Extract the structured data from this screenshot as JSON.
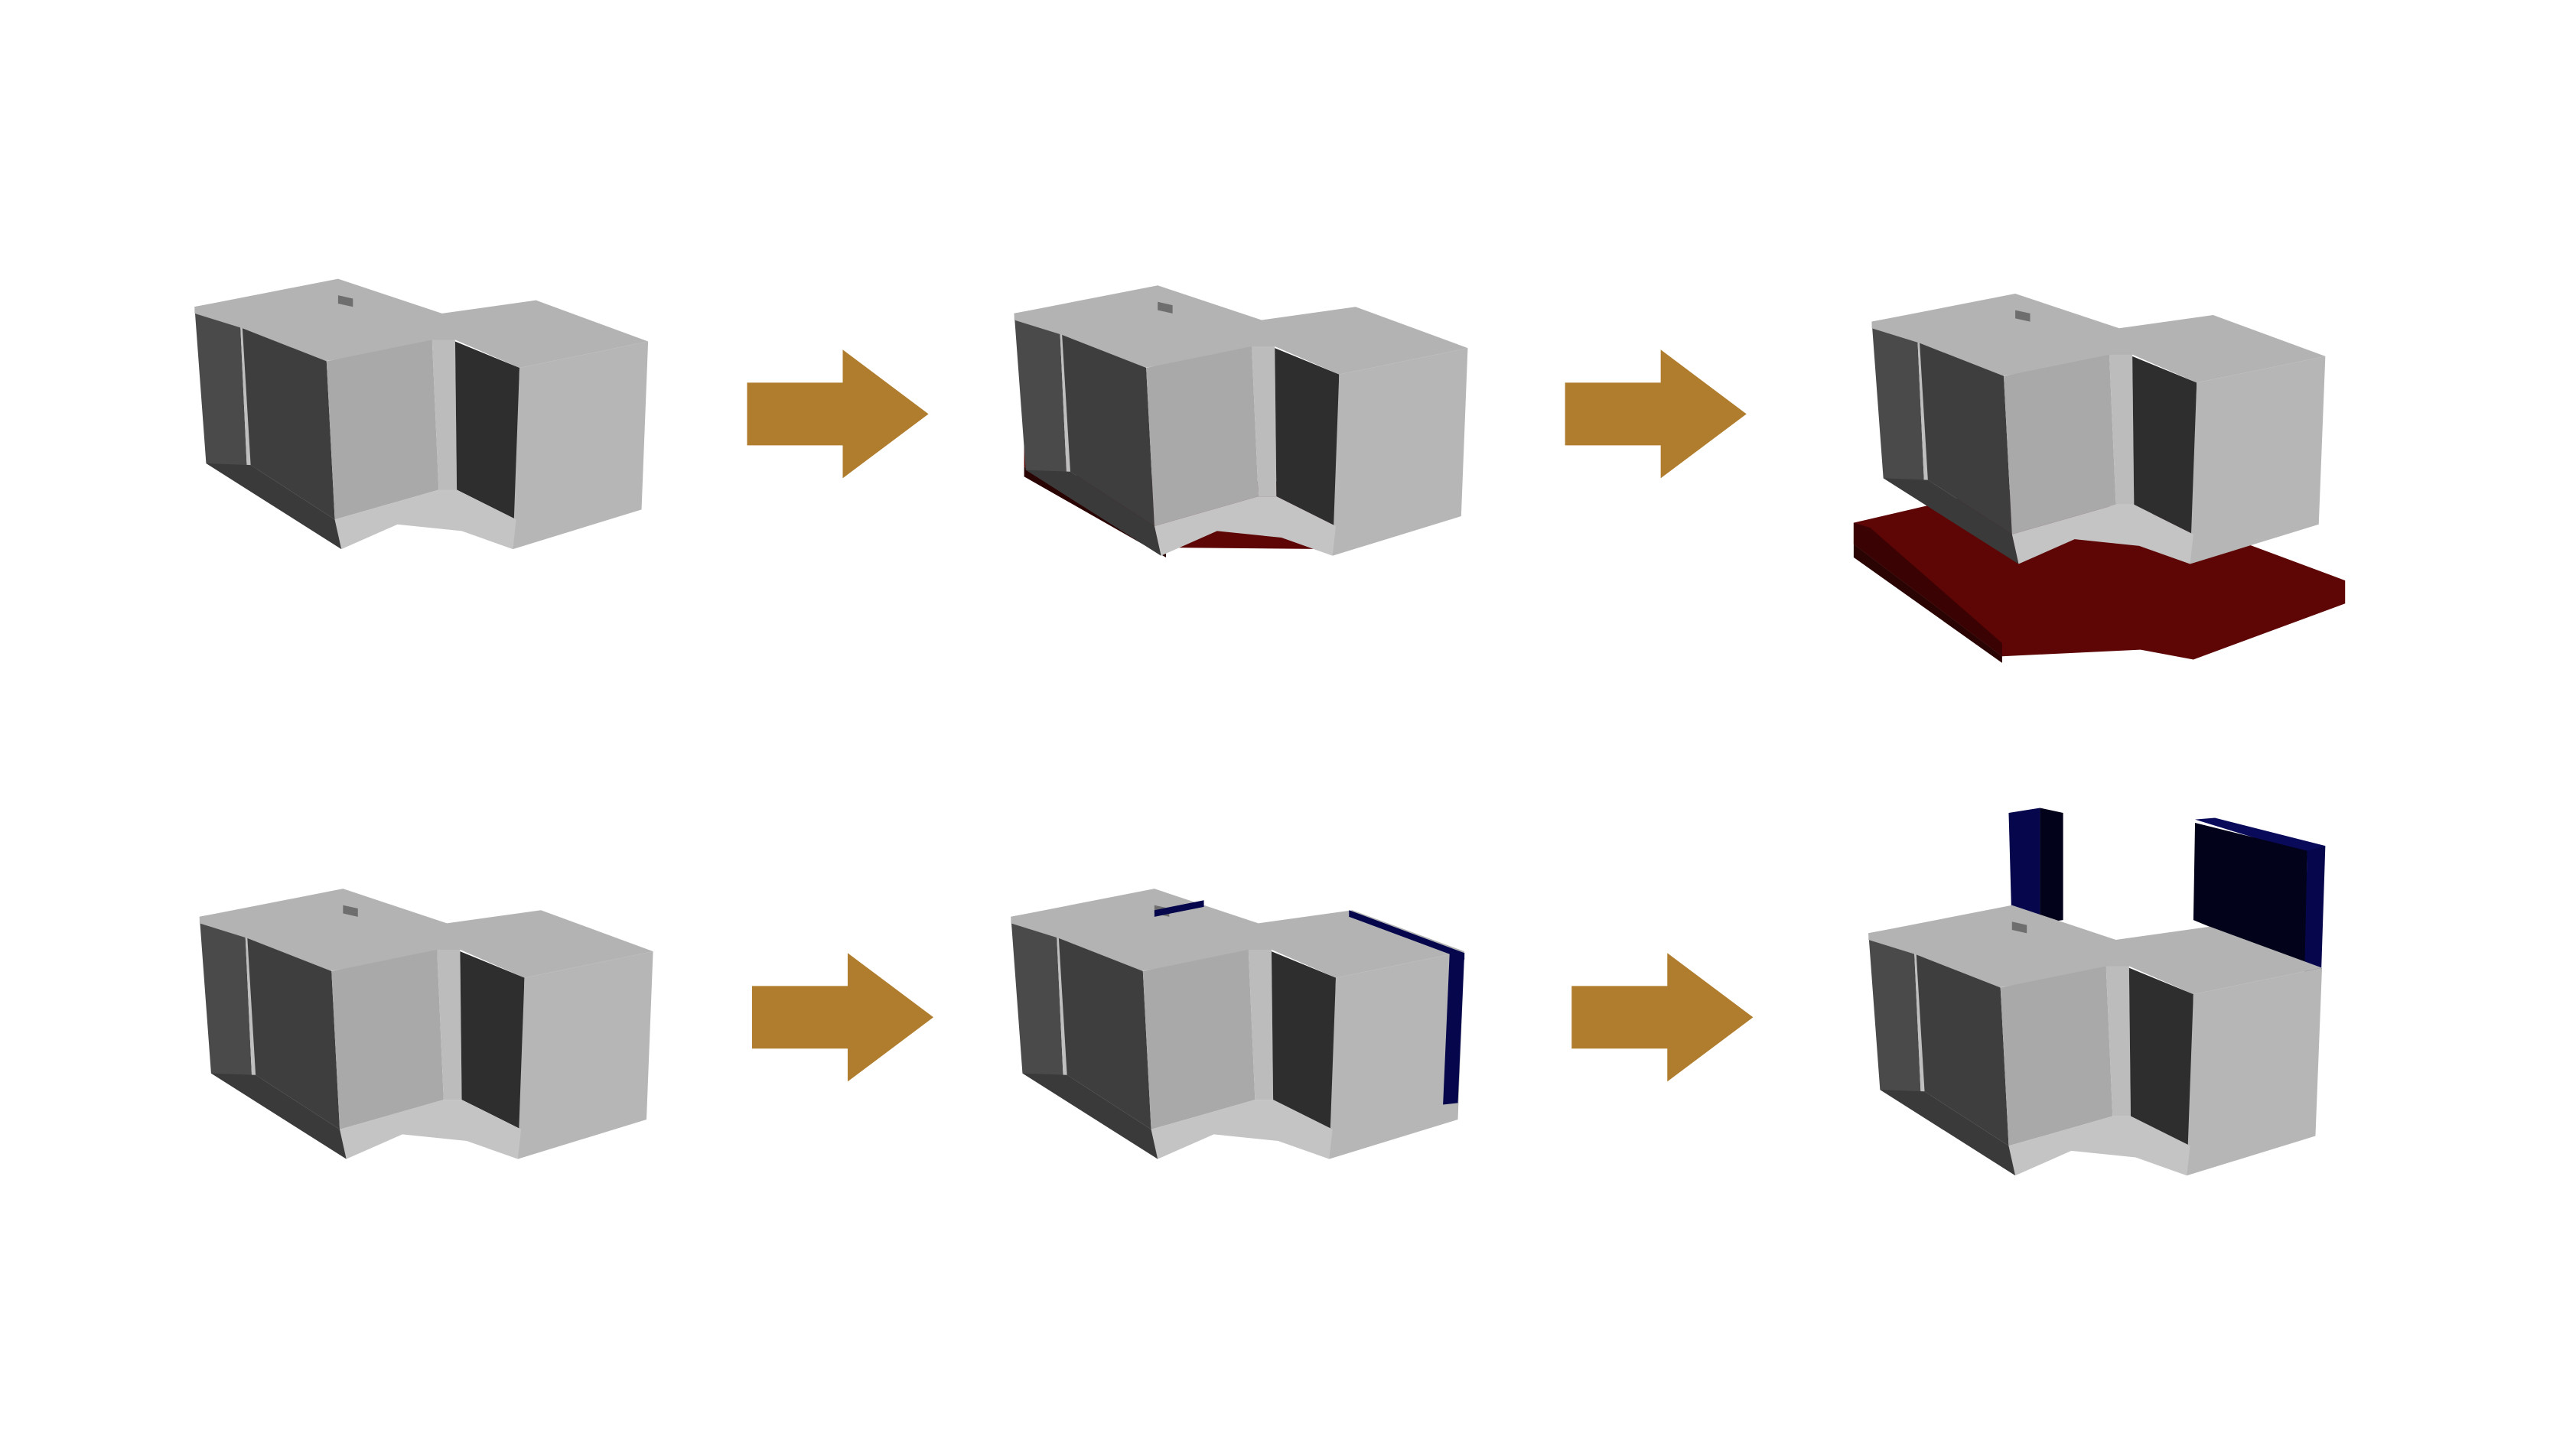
{
  "colors": {
    "background": "#ffffff",
    "arrow": "#b07d2e",
    "massing_top": "#b3b3b3",
    "massing_side_light": "#a9a9a9",
    "massing_side_mid": "#bcbcbc",
    "massing_shadow": "#3e3e3e",
    "massing_dark": "#2e2e2e",
    "base_slab": "#5e0505",
    "base_slab_side": "#2a0303",
    "wall_panel": "#06064d",
    "wall_panel_dark": "#02021a"
  },
  "rows": [
    {
      "name": "base-slab-sequence",
      "steps": [
        {
          "name": "massing",
          "overlay": "none"
        },
        {
          "name": "massing-with-base",
          "overlay": "slab-attached"
        },
        {
          "name": "massing-lifted-above-base",
          "overlay": "slab-detached"
        }
      ]
    },
    {
      "name": "wall-panel-sequence",
      "steps": [
        {
          "name": "massing",
          "overlay": "none"
        },
        {
          "name": "massing-with-edge-panels",
          "overlay": "panels-attached"
        },
        {
          "name": "massing-with-lifted-panels",
          "overlay": "panels-raised"
        }
      ]
    }
  ],
  "arrows": [
    {
      "row": 1,
      "between": "step-1-and-2",
      "icon": "right-arrow-icon"
    },
    {
      "row": 1,
      "between": "step-2-and-3",
      "icon": "right-arrow-icon"
    },
    {
      "row": 2,
      "between": "step-1-and-2",
      "icon": "right-arrow-icon"
    },
    {
      "row": 2,
      "between": "step-2-and-3",
      "icon": "right-arrow-icon"
    }
  ]
}
